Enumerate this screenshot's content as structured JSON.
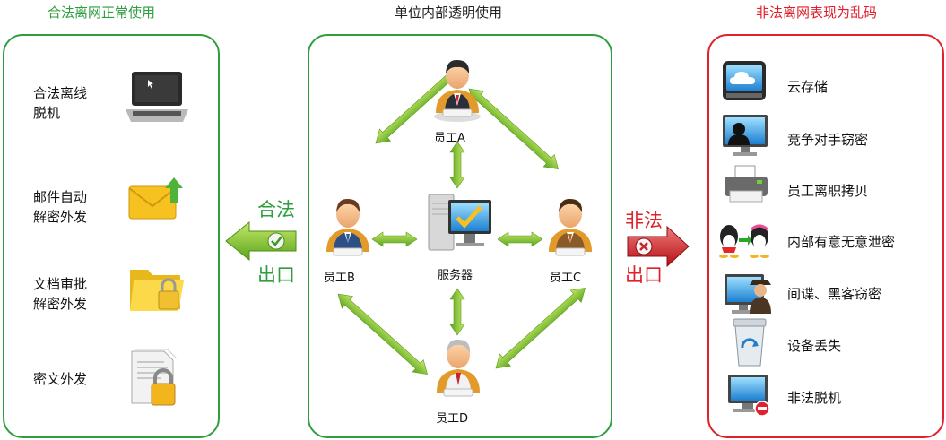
{
  "titles": {
    "left": "合法离网正常使用",
    "middle": "单位内部透明使用",
    "right": "非法离网表现为乱码"
  },
  "left_panel": {
    "items": [
      {
        "line1": "合法离线",
        "line2": "脱机",
        "icon": "laptop-icon"
      },
      {
        "line1": "邮件自动",
        "line2": "解密外发",
        "icon": "mail-upload-icon"
      },
      {
        "line1": "文档审批",
        "line2": "解密外发",
        "icon": "folder-lock-icon"
      },
      {
        "line1": "密文外发",
        "line2": "",
        "icon": "document-lock-icon"
      }
    ]
  },
  "middle_panel": {
    "nodes": {
      "a": "员工A",
      "b": "员工B",
      "c": "员工C",
      "d": "员工D",
      "server": "服务器"
    }
  },
  "legal_exit": {
    "top": "合法",
    "bottom": "出口"
  },
  "illegal_exit": {
    "top": "非法",
    "bottom": "出口"
  },
  "right_panel": {
    "items": [
      {
        "label": "云存储",
        "icon": "cloud-storage-icon"
      },
      {
        "label": "竞争对手窃密",
        "icon": "monitor-person-icon"
      },
      {
        "label": "员工离职拷贝",
        "icon": "printer-icon"
      },
      {
        "label": "内部有意无意泄密",
        "icon": "qq-chat-icon"
      },
      {
        "label": "间谍、黑客窃密",
        "icon": "spy-monitor-icon"
      },
      {
        "label": "设备丢失",
        "icon": "recycle-bin-icon"
      },
      {
        "label": "非法脱机",
        "icon": "disconnected-pc-icon"
      }
    ]
  },
  "colors": {
    "green": "#2e9e3e",
    "red": "#e0202a",
    "arrow_green": "#7cc12a"
  }
}
